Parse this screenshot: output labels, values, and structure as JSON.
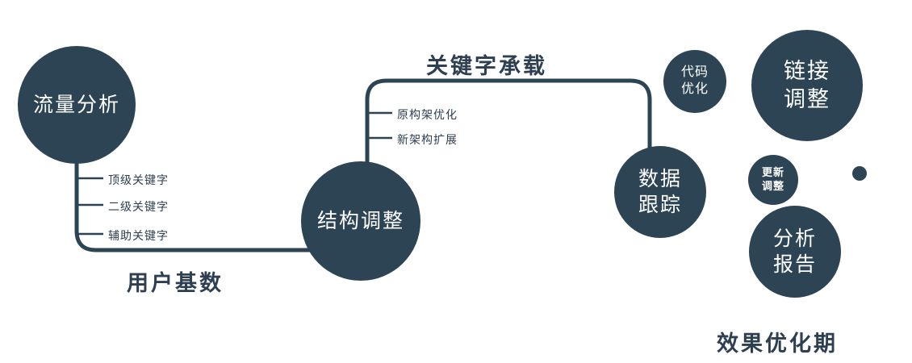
{
  "diagram": {
    "nodes": {
      "traffic": {
        "label": "流量分析"
      },
      "structure": {
        "label": "结构调整"
      },
      "data_tracking": {
        "line1": "数据",
        "line2": "跟踪"
      },
      "code_opt": {
        "line1": "代码",
        "line2": "优化"
      },
      "link_adjust": {
        "line1": "链接",
        "line2": "调整"
      },
      "update_adjust": {
        "line1": "更新",
        "line2": "调整"
      },
      "analysis_report": {
        "line1": "分析",
        "line2": "报告"
      }
    },
    "branches": {
      "traffic": [
        "顶级关键字",
        "二级关键字",
        "辅助关键字"
      ],
      "structure": [
        "原构架优化",
        "新架构扩展"
      ]
    },
    "edge_labels": {
      "user_base": "用户基数",
      "keyword_bearing": "关键字承载"
    },
    "caption": "效果优化期",
    "colors": {
      "node_fill": "#2d4455",
      "line": "#2d4455",
      "dark_text": "#2d3f50",
      "node_text": "#ffffff",
      "background": "#ffffff"
    }
  }
}
